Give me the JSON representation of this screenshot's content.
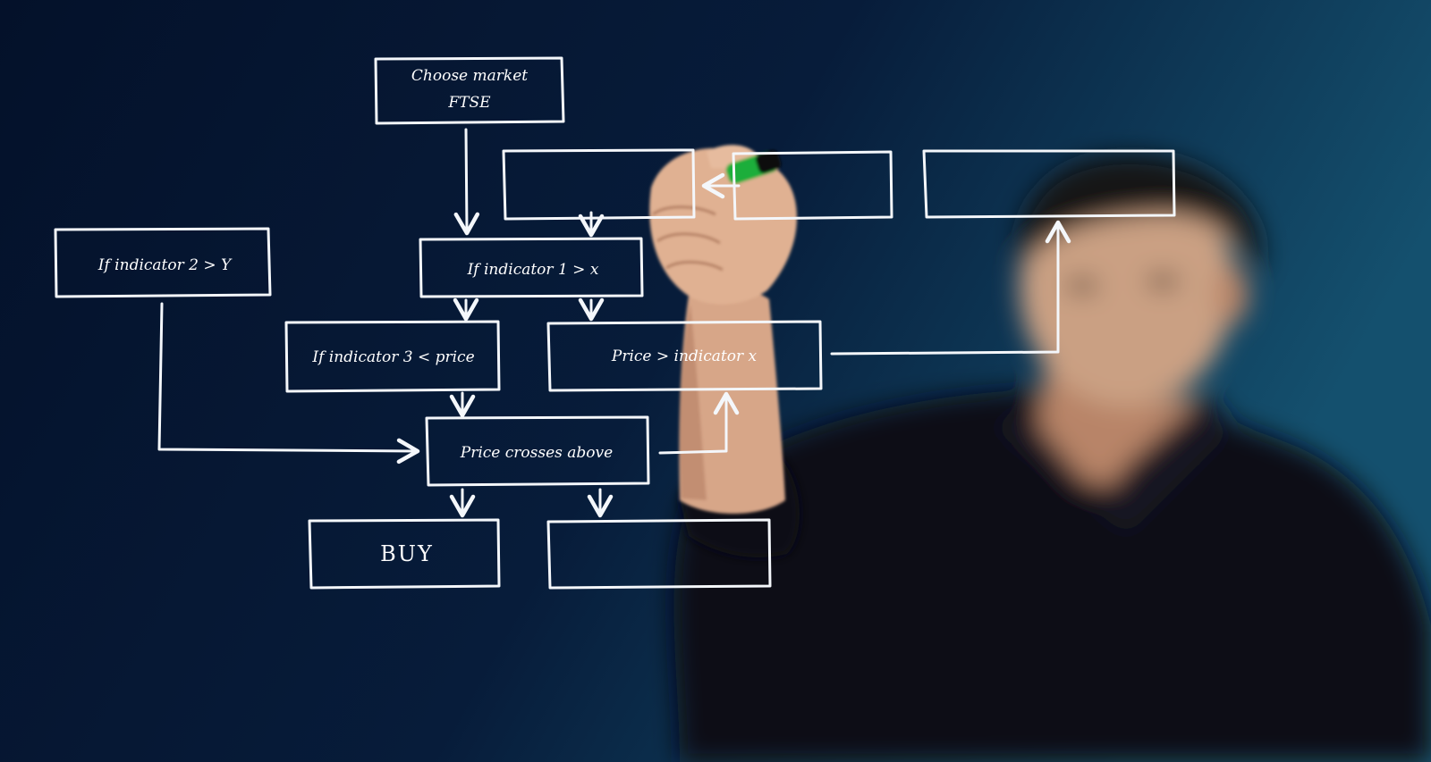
{
  "flowchart": {
    "boxes": {
      "choose_market": {
        "line1": "Choose market",
        "line2": "FTSE"
      },
      "indicator_2": "If indicator 2 > Y",
      "indicator_1": "If indicator 1 > x",
      "indicator_3": "If indicator 3 < price",
      "price_indicator": "Price > indicator x",
      "price_crosses": "Price crosses above",
      "buy": "BUY",
      "blank_top_left": "",
      "blank_top_mid": "",
      "blank_top_right": "",
      "blank_bottom": ""
    }
  },
  "colors": {
    "background_dark": "#04122a",
    "background_teal": "#14506e",
    "chalk": "#f4f7fb",
    "marker_green": "#1fae3a",
    "shirt": "#0a0f17",
    "skin": "#d9a98a"
  }
}
